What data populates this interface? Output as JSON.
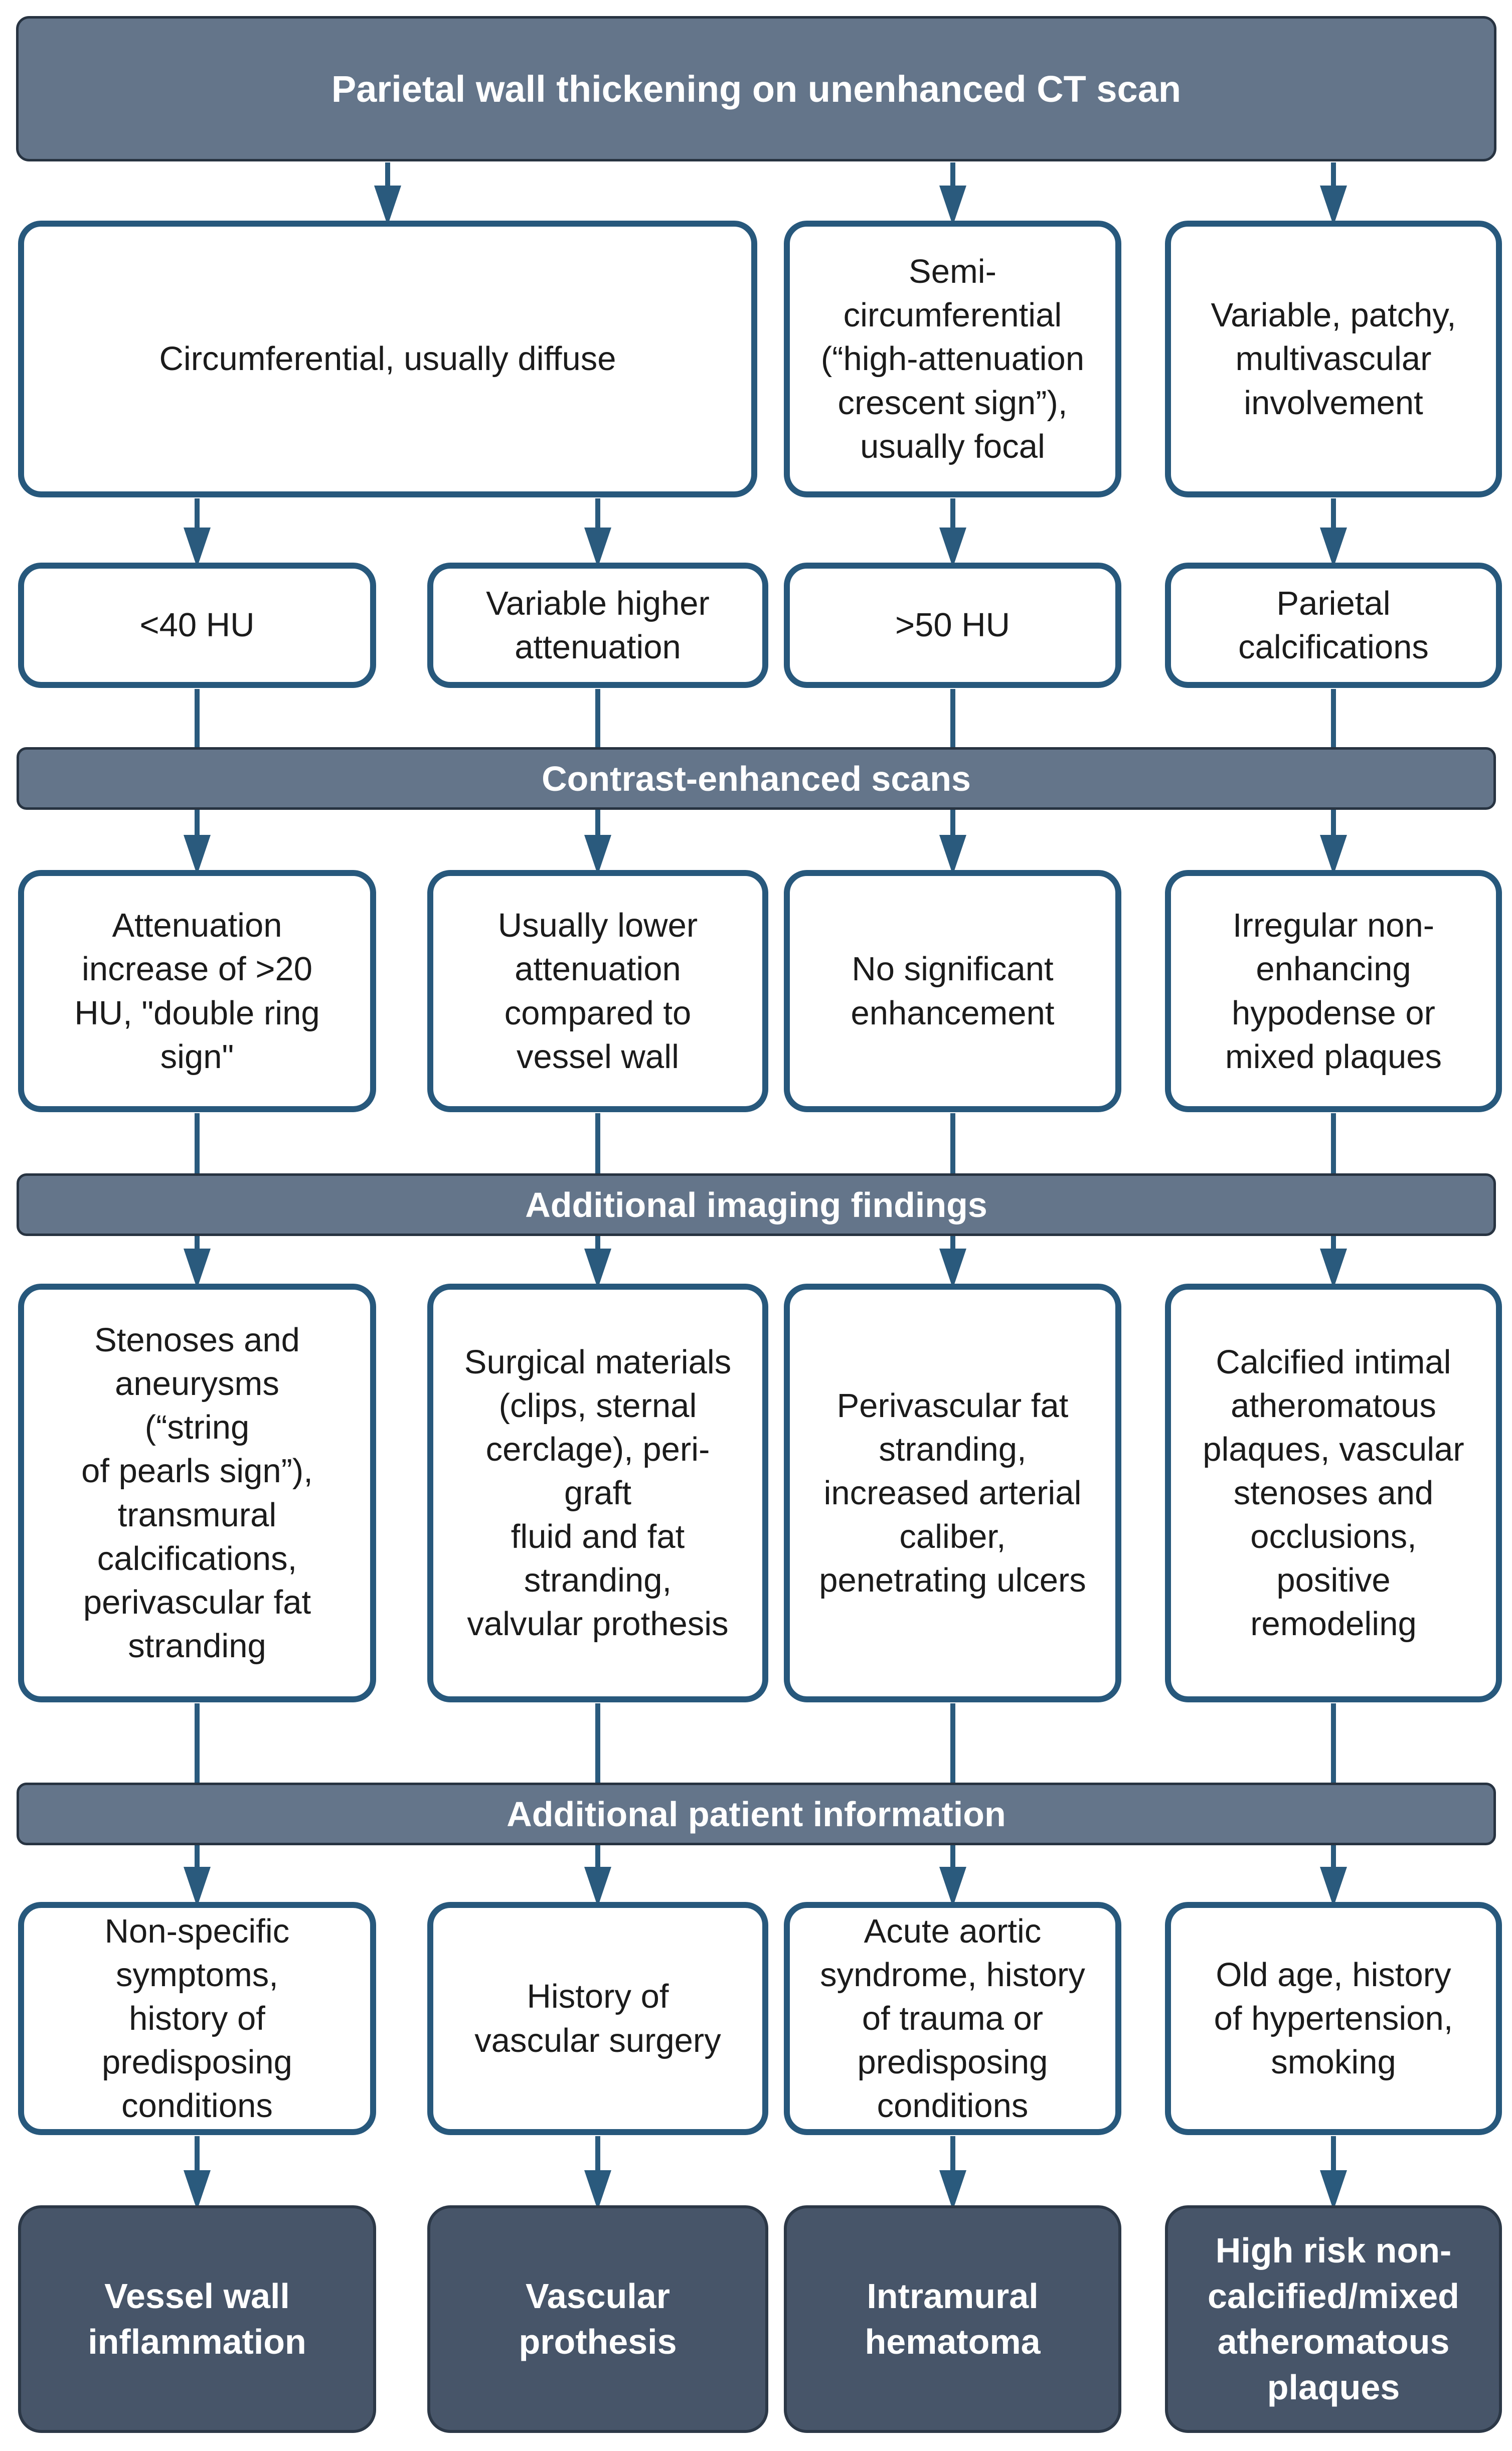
{
  "title": "Parietal wall thickening on unenhanced CT scan",
  "section_bars": {
    "contrast": "Contrast-enhanced scans",
    "imaging": "Additional imaging findings",
    "patient": "Additional patient information"
  },
  "boxes": {
    "row1": [
      "Circumferential, usually diffuse",
      "Semi-\ncircumferential\n(“high-attenuation\ncrescent sign”),\nusually focal",
      "Variable, patchy,\nmultivascular\ninvolvement"
    ],
    "row2": [
      "<40 HU",
      "Variable higher\nattenuation",
      ">50 HU",
      "Parietal\ncalcifications"
    ],
    "row3": [
      "Attenuation\nincrease of >20\nHU, \"double ring\nsign\"",
      "Usually lower\nattenuation\ncompared to\nvessel wall",
      "No significant\nenhancement",
      "Irregular non-\nenhancing\nhypodense or\nmixed plaques"
    ],
    "row4": [
      "Stenoses and\naneurysms\n(“string\nof pearls sign”),\ntransmural\ncalcifications,\nperivascular fat\nstranding",
      "Surgical materials\n(clips, sternal\ncerclage), peri-\ngraft\nfluid and fat\nstranding,\nvalvular prothesis",
      "Perivascular fat\nstranding,\nincreased arterial\ncaliber,\npenetrating ulcers",
      "Calcified intimal\natheromatous\nplaques, vascular\nstenoses and\nocclusions,\npositive\nremodeling"
    ],
    "row5": [
      "Non-specific\nsymptoms,\nhistory of\npredisposing\nconditions",
      "History of\nvascular surgery",
      "Acute aortic\nsyndrome, history\nof trauma or\npredisposing\nconditions",
      "Old age, history\nof hypertension,\nsmoking"
    ],
    "outcomes": [
      "Vessel wall\ninflammation",
      "Vascular\nprothesis",
      "Intramural\nhematoma",
      "High risk non-\ncalcified/mixed\natheromatous\nplaques"
    ]
  },
  "colors": {
    "section_bar_fill": "#64758a",
    "section_bar_border": "#273341",
    "bar_text": "#ffffff",
    "box_border": "#27587c",
    "box_text": "#1b1b1b",
    "arrow": "#2a5a7d",
    "outcome_fill": "#475569",
    "outcome_border": "#2c3847"
  }
}
